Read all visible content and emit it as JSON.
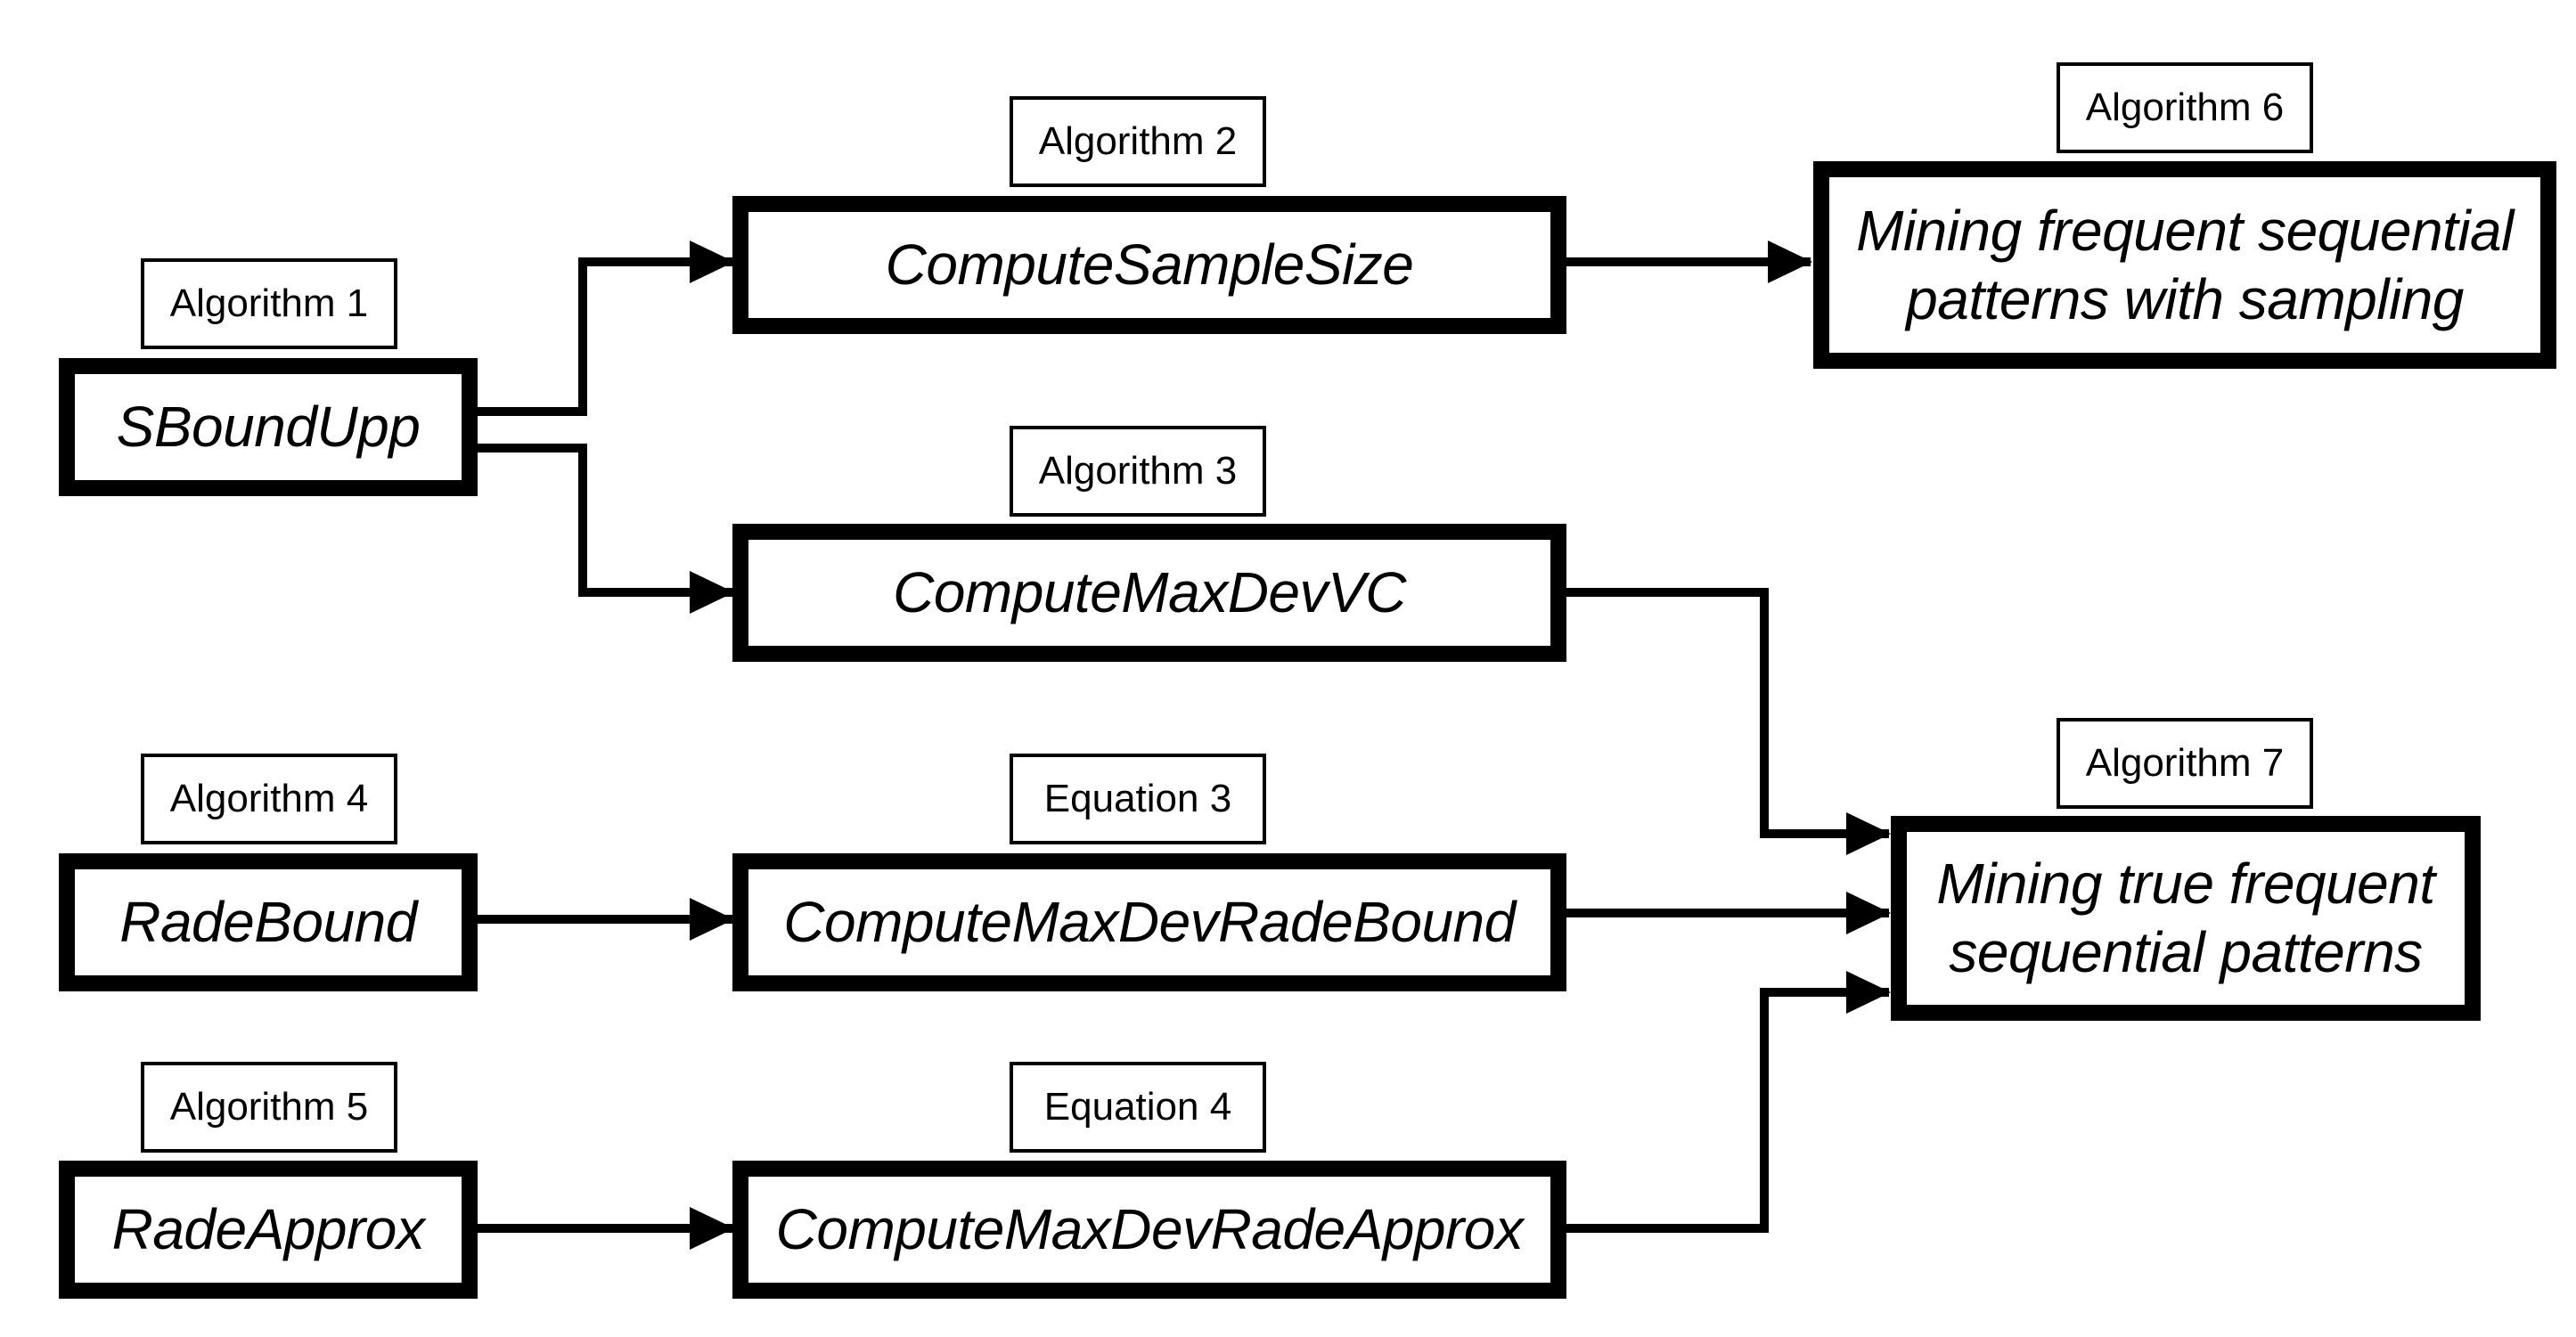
{
  "nodes": {
    "sboundupp": {
      "label": "SBoundUpp",
      "tag": "Algorithm 1"
    },
    "radebound": {
      "label": "RadeBound",
      "tag": "Algorithm 4"
    },
    "radeapprox": {
      "label": "RadeApprox",
      "tag": "Algorithm 5"
    },
    "computesamplesize": {
      "label": "ComputeSampleSize",
      "tag": "Algorithm 2"
    },
    "computemaxdevvc": {
      "label": "ComputeMaxDevVC",
      "tag": "Algorithm 3"
    },
    "computemaxdevradebound": {
      "label": "ComputeMaxDevRadeBound",
      "tag": "Equation 3"
    },
    "computemaxdevradeapprox": {
      "label": "ComputeMaxDevRadeApprox",
      "tag": "Equation 4"
    },
    "mining_sampling": {
      "label_lines": [
        "Mining frequent sequential",
        "patterns with sampling"
      ],
      "tag": "Algorithm 6"
    },
    "mining_true": {
      "label_lines": [
        "Mining true frequent",
        "sequential patterns"
      ],
      "tag": "Algorithm 7"
    }
  },
  "edges": [
    {
      "from": "sboundupp",
      "to": "computesamplesize"
    },
    {
      "from": "sboundupp",
      "to": "computemaxdevvc"
    },
    {
      "from": "computesamplesize",
      "to": "mining_sampling"
    },
    {
      "from": "computemaxdevvc",
      "to": "mining_true"
    },
    {
      "from": "radebound",
      "to": "computemaxdevradebound"
    },
    {
      "from": "computemaxdevradebound",
      "to": "mining_true"
    },
    {
      "from": "radeapprox",
      "to": "computemaxdevradeapprox"
    },
    {
      "from": "computemaxdevradeapprox",
      "to": "mining_true"
    }
  ],
  "style": {
    "line_color": "#000000",
    "box_fill": "#ffffff"
  }
}
